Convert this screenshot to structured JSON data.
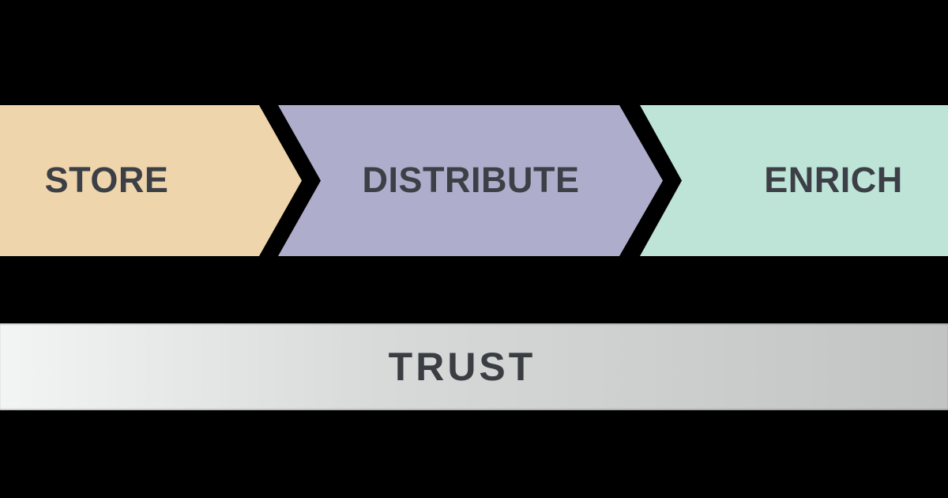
{
  "diagram": {
    "background_color": "#000000",
    "label_color": "#3C4046",
    "stages": [
      {
        "label": "STORE",
        "color": "#EED5AB"
      },
      {
        "label": "DISTRIBUTE",
        "color": "#AFADCC"
      },
      {
        "label": "ENRICH",
        "color": "#BEE4D8"
      }
    ],
    "foundation": {
      "label": "TRUST",
      "text_color": "#3A3E42",
      "gradient": "linear-gradient(90deg, #F3F4F4 0%, #D8DADA 40%, #C2C4C4 100%)"
    }
  }
}
